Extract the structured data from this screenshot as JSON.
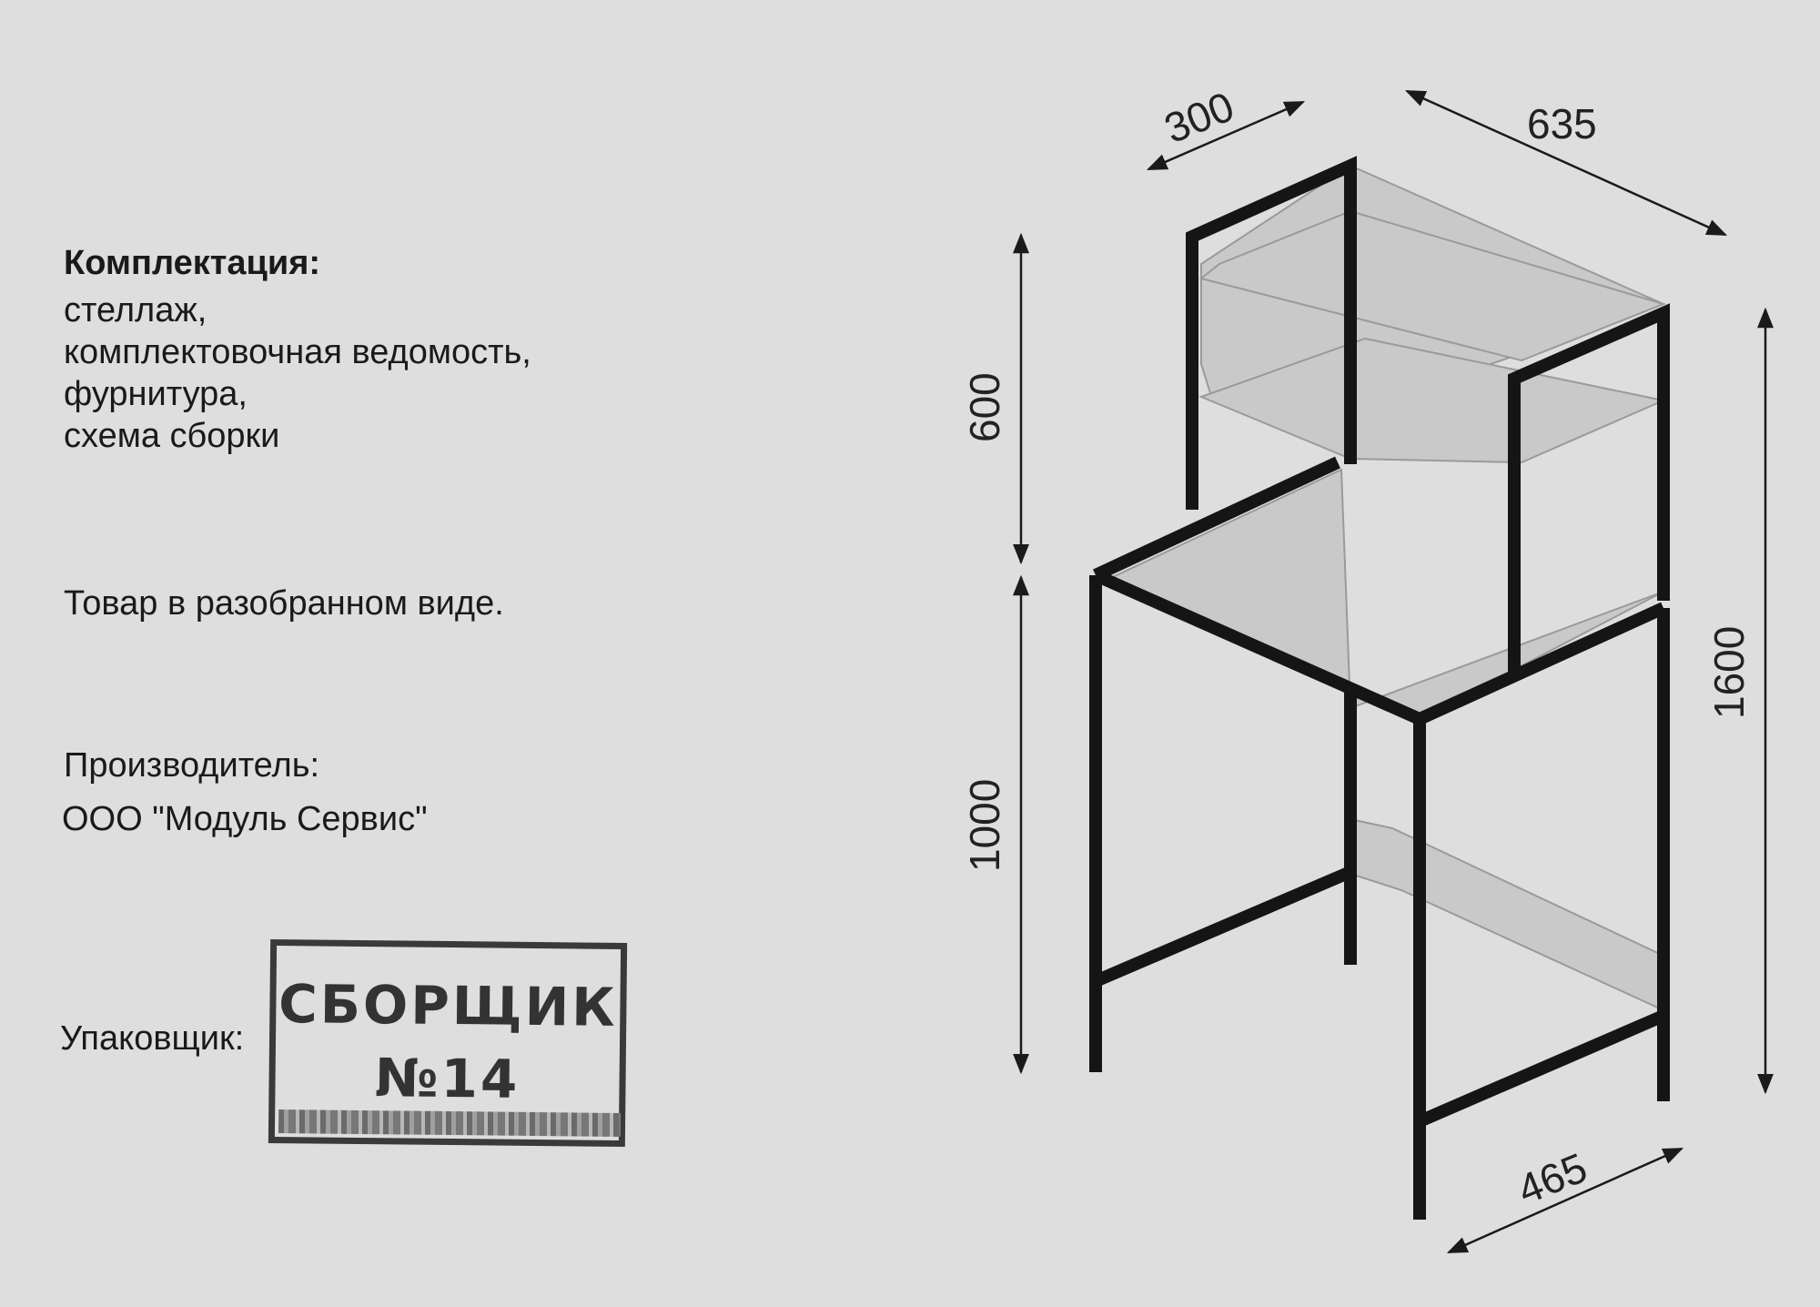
{
  "completeness": {
    "heading": "Комплектация:",
    "items": [
      "стеллаж,",
      "комплектовочная ведомость,",
      "фурнитура,",
      "схема сборки"
    ]
  },
  "note": "Товар в разобранном виде.",
  "manufacturer": {
    "label": "Производитель:",
    "name": "ООО \"Модуль Сервис\""
  },
  "packer": {
    "label": "Упаковщик:",
    "stamp_line1": "СБОРЩИК",
    "stamp_line2": "№14"
  },
  "dimensions": {
    "depth": "300",
    "width": "635",
    "upper_height": "600",
    "lower_height": "1000",
    "total_height": "1600",
    "bottom_width": "465"
  }
}
